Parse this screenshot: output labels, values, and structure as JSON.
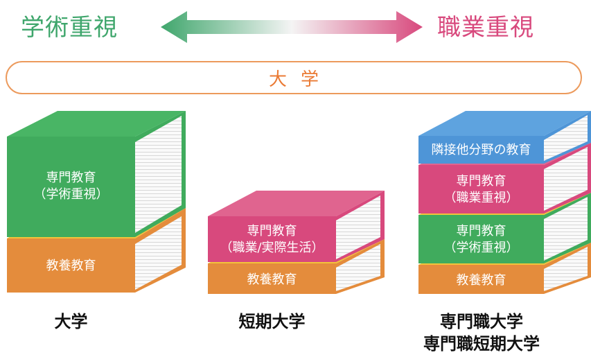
{
  "header": {
    "left_label": "学術重視",
    "right_label": "職業重視",
    "arrow_colors": {
      "left": "#3fa66c",
      "right": "#d8497d"
    }
  },
  "band": {
    "label": "大学"
  },
  "colors": {
    "green": "#40ab5d",
    "orange": "#e48c3c",
    "pink": "#d8497d",
    "blue": "#4e95d7",
    "yellow_edge": "#f2c33a",
    "pages": "#f7f7f7"
  },
  "columns": [
    {
      "name": "大学",
      "books": [
        {
          "line1": "専門教育",
          "line2": "（学術重視）"
        },
        {
          "line1": "教養教育"
        }
      ]
    },
    {
      "name": "短期大学",
      "books": [
        {
          "line1": "専門教育",
          "line2": "（職業/実際生活）"
        },
        {
          "line1": "教養教育"
        }
      ]
    },
    {
      "name": "専門職大学",
      "name2": "専門職短期大学",
      "books": [
        {
          "line1": "隣接他分野の教育"
        },
        {
          "line1": "専門教育",
          "line2": "（職業重視）"
        },
        {
          "line1": "専門教育",
          "line2": "（学術重視）"
        },
        {
          "line1": "教養教育"
        }
      ]
    }
  ]
}
